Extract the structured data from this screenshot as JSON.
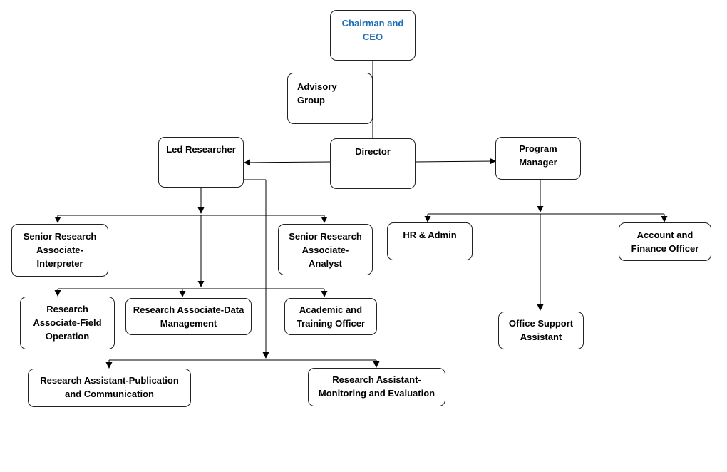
{
  "nodes": {
    "ceo": {
      "label": "Chairman and\nCEO"
    },
    "advisory": {
      "label": "Advisory\nGroup"
    },
    "director": {
      "label": "Director"
    },
    "led_researcher": {
      "label": "Led Researcher"
    },
    "program_manager": {
      "label": "Program\nManager"
    },
    "sr_interpreter": {
      "label": "Senior Research\nAssociate-\nInterpreter"
    },
    "sr_analyst": {
      "label": "Senior Research\nAssociate-\nAnalyst"
    },
    "ra_field": {
      "label": "Research\nAssociate-Field\nOperation"
    },
    "ra_data": {
      "label": "Research Associate-Data\nManagement"
    },
    "academic": {
      "label": "Academic and\nTraining Officer"
    },
    "rasst_pub": {
      "label": "Research Assistant-Publication\nand Communication"
    },
    "rasst_me": {
      "label": "Research Assistant-\nMonitoring and Evaluation"
    },
    "hr": {
      "label": "HR & Admin"
    },
    "finance": {
      "label": "Account and\nFinance Officer"
    },
    "office": {
      "label": "Office Support\nAssistant"
    }
  },
  "colors": {
    "ceo_text": "#1f6fb5",
    "line": "#000000"
  }
}
